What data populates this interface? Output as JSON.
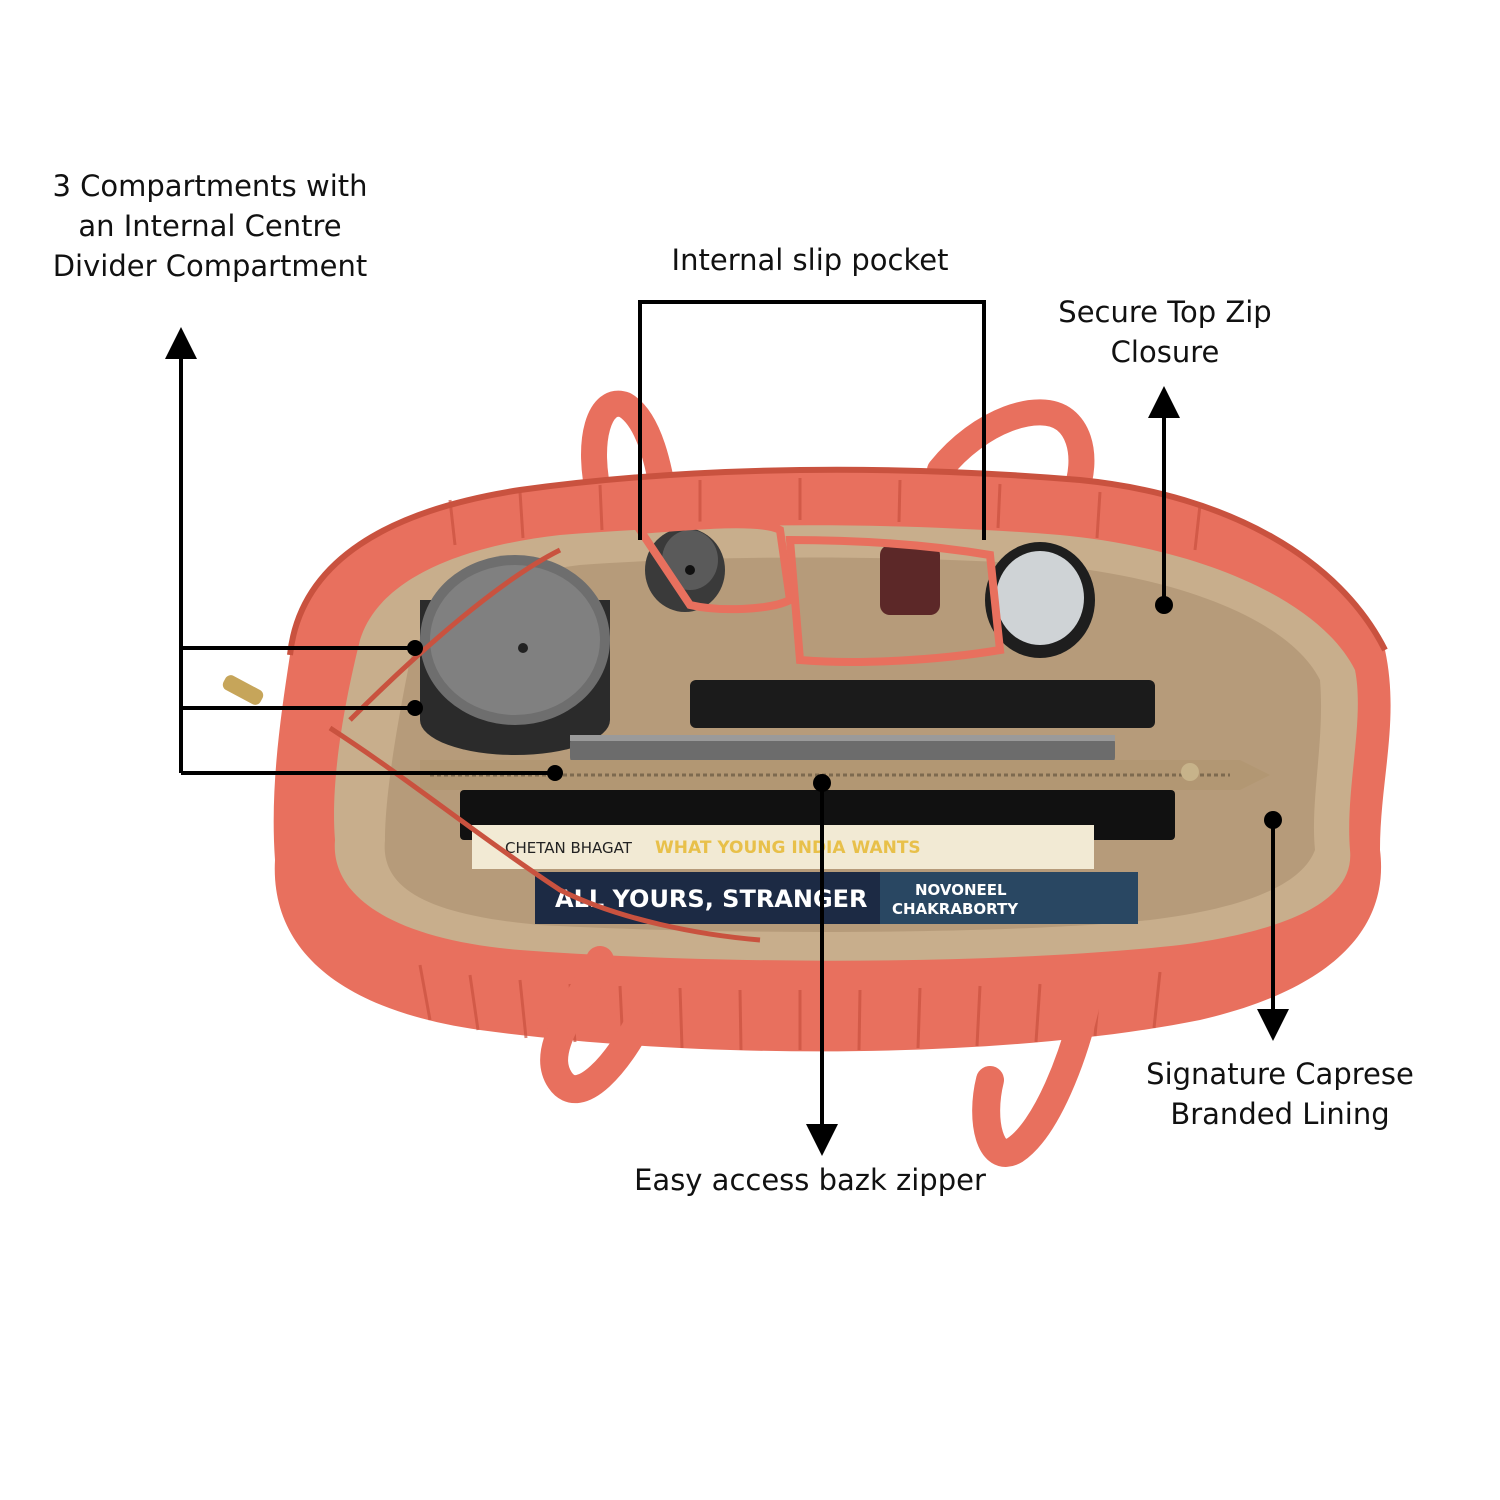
{
  "callouts": {
    "compartments": "3 Compartments with\nan Internal Centre\nDivider Compartment",
    "slip_pocket": "Internal slip pocket",
    "top_zip": "Secure Top Zip\nClosure",
    "lining": "Signature Caprese\nBranded Lining",
    "back_zipper": "Easy access bazk zipper"
  },
  "books": {
    "book1_author": "CHETAN BHAGAT",
    "book1_title": "WHAT YOUNG INDIA WANTS",
    "book2_title": "ALL YOURS, STRANGER",
    "book2_author_first": "NOVONEEL",
    "book2_author_last": "CHAKRABORTY"
  },
  "colors": {
    "bag": "#e8705e",
    "bag_dark": "#c9523f",
    "lining": "#c8ae8c",
    "arrow": "#000000",
    "background": "#ffffff"
  }
}
